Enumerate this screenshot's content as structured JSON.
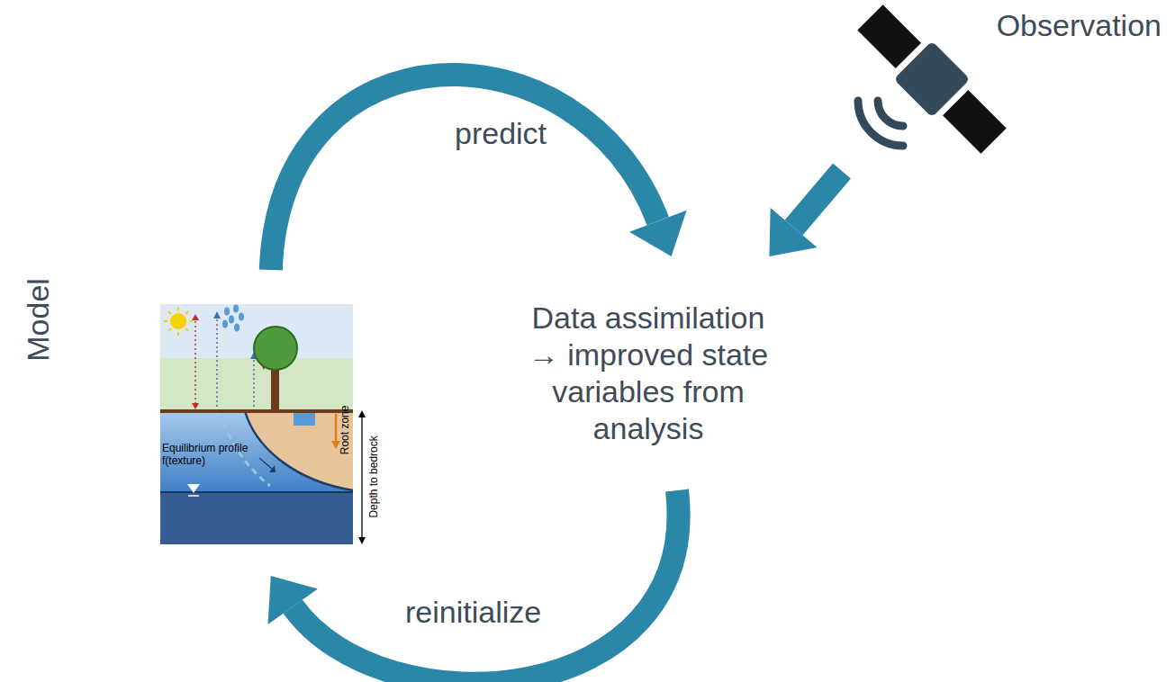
{
  "diagram": {
    "nodes": [
      {
        "text": [
          "Model"
        ]
      },
      {
        "text": [
          "Data assimilation → improved state variables from analysis"
        ]
      },
      {
        "text": [
          "Observation"
        ]
      }
    ],
    "edges": [
      {
        "from": 0,
        "to": 1,
        "arrow": "to",
        "label": "predict"
      },
      {
        "from": 1,
        "to": 0,
        "arrow": "to",
        "label": "reinitialize"
      },
      {
        "from": 2,
        "to": 1,
        "arrow": "to"
      }
    ],
    "labels": [
      "Equilibrium profile f(texture)",
      "Root zone",
      "Depth to bedrock"
    ]
  }
}
